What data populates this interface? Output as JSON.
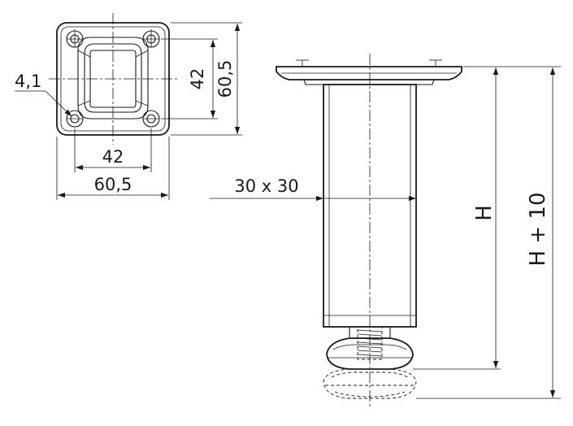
{
  "top_view": {
    "hole_diameter": "4,1",
    "hole_spacing_horizontal": "42",
    "plate_width": "60,5",
    "hole_spacing_vertical": "42",
    "plate_height": "60,5"
  },
  "side_view": {
    "tube_section": "30 x 30",
    "height": "H",
    "height_max": "H + 10"
  }
}
